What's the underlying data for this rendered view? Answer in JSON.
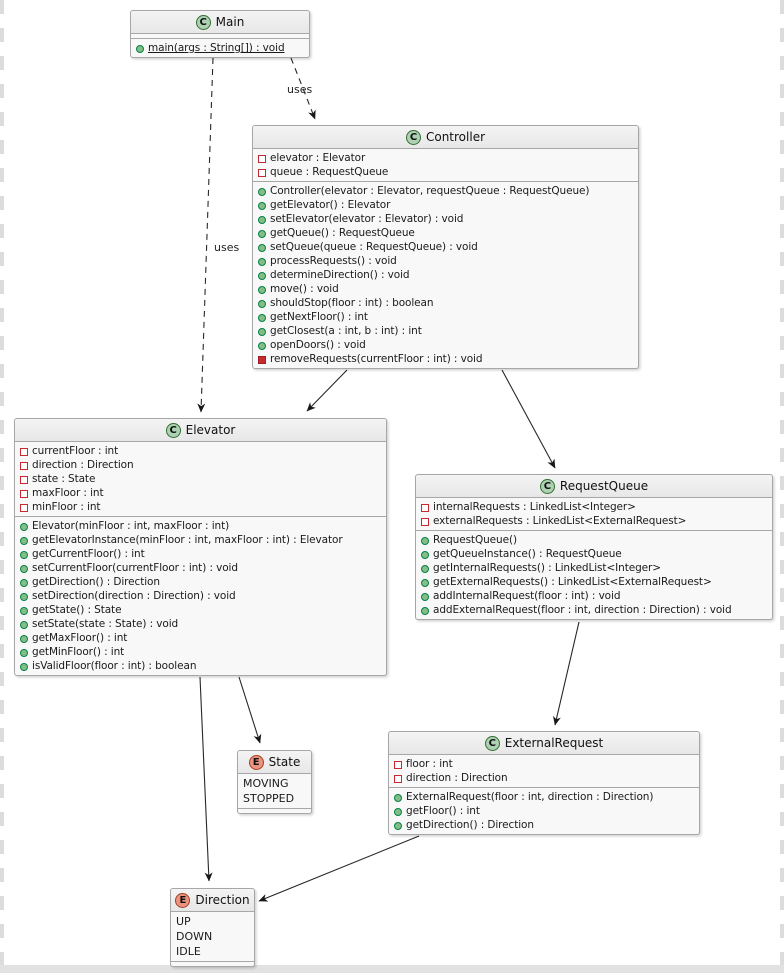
{
  "icons": {
    "class_letter": "C",
    "enum_letter": "E",
    "private_field_icon": "red-outline-square",
    "public_method_icon": "green-filled-circle",
    "private_method_icon": "red-filled-square"
  },
  "colors": {
    "class_icon_bg": "#ADD1B2",
    "enum_icon_bg": "#EB937F",
    "private_red": "#C82930",
    "public_green": "#84BE84",
    "box_bg": "#F8F8F8",
    "box_border": "#A7A7A7"
  },
  "edges": {
    "main_controller_label": "uses",
    "main_elevator_label": "uses"
  },
  "classes": {
    "main": {
      "name": "Main",
      "methods": [
        "main(args : String[]) : void"
      ]
    },
    "controller": {
      "name": "Controller",
      "fields": [
        "elevator : Elevator",
        "queue : RequestQueue"
      ],
      "methods": [
        "Controller(elevator : Elevator, requestQueue : RequestQueue)",
        "getElevator() : Elevator",
        "setElevator(elevator : Elevator) : void",
        "getQueue() : RequestQueue",
        "setQueue(queue : RequestQueue) : void",
        "processRequests() : void",
        "determineDirection() : void",
        "move() : void",
        "shouldStop(floor : int) : boolean",
        "getNextFloor() : int",
        "getClosest(a : int, b : int) : int",
        "openDoors() : void",
        "removeRequests(currentFloor : int) : void"
      ]
    },
    "elevator": {
      "name": "Elevator",
      "fields": [
        "currentFloor : int",
        "direction : Direction",
        "state : State",
        "maxFloor : int",
        "minFloor : int"
      ],
      "methods": [
        "Elevator(minFloor : int, maxFloor : int)",
        "getElevatorInstance(minFloor : int, maxFloor : int) : Elevator",
        "getCurrentFloor() : int",
        "setCurrentFloor(currentFloor : int) : void",
        "getDirection() : Direction",
        "setDirection(direction : Direction) : void",
        "getState() : State",
        "setState(state : State) : void",
        "getMaxFloor() : int",
        "getMinFloor() : int",
        "isValidFloor(floor : int) : boolean"
      ]
    },
    "requestQueue": {
      "name": "RequestQueue",
      "fields": [
        "internalRequests : LinkedList<Integer>",
        "externalRequests : LinkedList<ExternalRequest>"
      ],
      "methods": [
        "RequestQueue()",
        "getQueueInstance() : RequestQueue",
        "getInternalRequests() : LinkedList<Integer>",
        "getExternalRequests() : LinkedList<ExternalRequest>",
        "addInternalRequest(floor : int) : void",
        "addExternalRequest(floor : int, direction : Direction) : void"
      ]
    },
    "externalRequest": {
      "name": "ExternalRequest",
      "fields": [
        "floor : int",
        "direction : Direction"
      ],
      "methods": [
        "ExternalRequest(floor : int, direction : Direction)",
        "getFloor() : int",
        "getDirection() : Direction"
      ]
    },
    "state": {
      "name": "State",
      "values": [
        "MOVING",
        "STOPPED"
      ]
    },
    "direction": {
      "name": "Direction",
      "values": [
        "UP",
        "DOWN",
        "IDLE"
      ]
    }
  }
}
